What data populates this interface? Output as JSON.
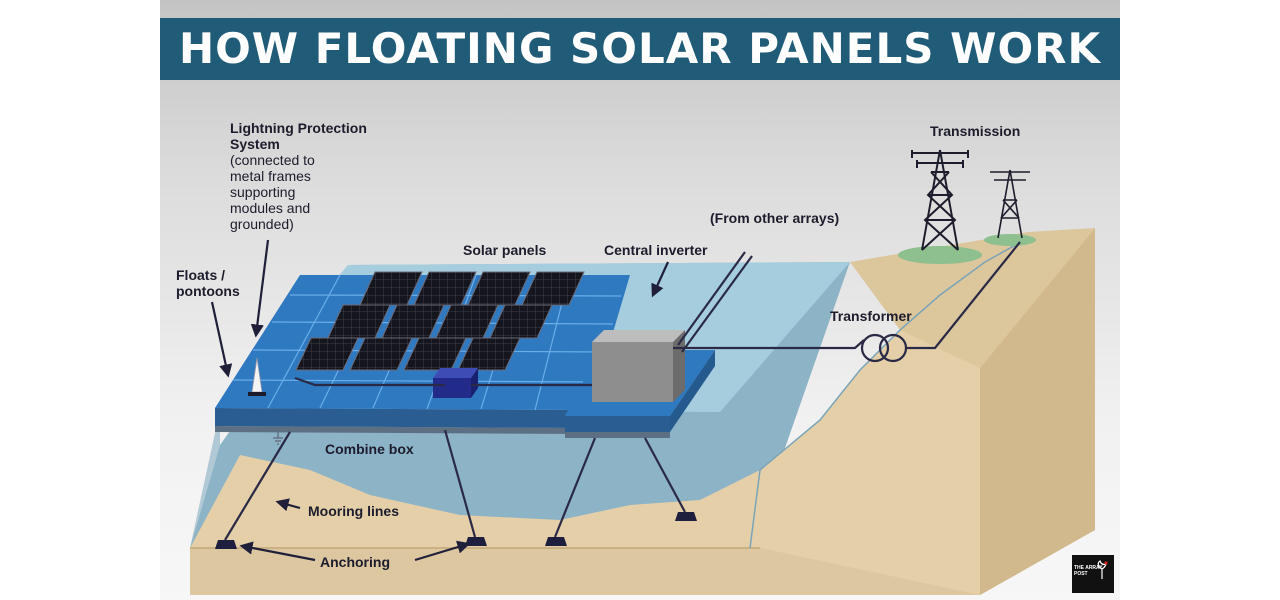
{
  "title": "HOW FLOATING SOLAR PANELS WORK",
  "labels": {
    "lightning_heading": "Lightning Protection System",
    "lightning_note": "(connected to metal frames supporting modules and grounded)",
    "floats": "Floats / pontoons",
    "solar_panels": "Solar panels",
    "central_inverter": "Central inverter",
    "from_other_arrays": "(From other arrays)",
    "transmission": "Transmission",
    "transformer": "Transformer",
    "combine_box": "Combine box",
    "mooring_lines": "Mooring lines",
    "anchoring": "Anchoring"
  },
  "logo": {
    "text": "THE ARRAY POST"
  },
  "colors": {
    "banner": "#205c78",
    "water": "#8fb6c9",
    "float": "#2f79c0",
    "panel": "#14141c",
    "land": "#e4cfa8",
    "ink": "#1c1c2c"
  }
}
